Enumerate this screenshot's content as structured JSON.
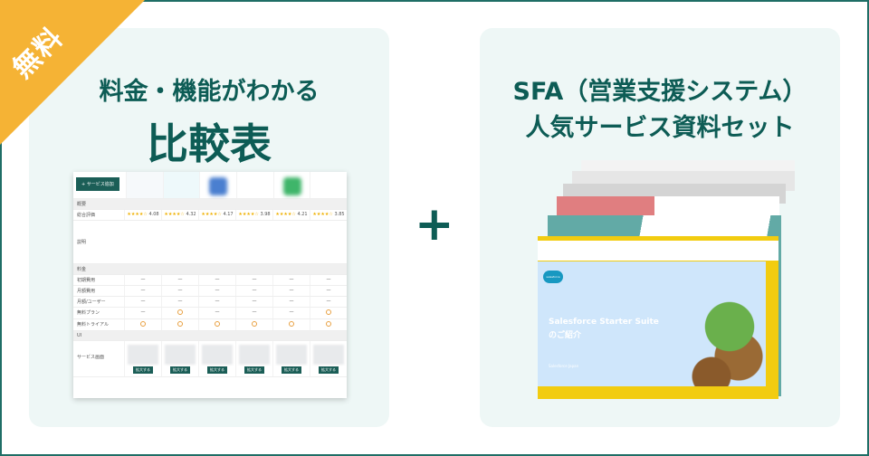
{
  "badge": "無料",
  "left": {
    "line1": "料金・機能がわかる",
    "line2": "比較表"
  },
  "right": {
    "line1": "SFA（営業支援システム）",
    "line2": "人気サービス資料セット"
  },
  "table": {
    "add_button": "+ サービス追加",
    "sections": {
      "overview": "概要",
      "pricing": "料金",
      "ui": "UI"
    },
    "rows": {
      "rating": "総合評価",
      "description": "説明",
      "initial": "初期費用",
      "monthly": "月額費用",
      "per_user": "月額/ユーザー",
      "free_plan": "無料プラン",
      "free_trial": "無料トライアル",
      "screen": "サービス画面"
    },
    "ratings": [
      "4.08",
      "4.32",
      "4.17",
      "3.98",
      "4.21",
      "3.85"
    ],
    "free_plan": [
      false,
      true,
      false,
      false,
      false,
      true
    ],
    "free_trial": [
      true,
      true,
      true,
      true,
      true,
      true
    ],
    "dash": "—",
    "stars": "★★★★☆",
    "zoom_label": "拡大する"
  },
  "cover": {
    "title": "Salesforce Starter Suite",
    "subtitle": "のご紹介",
    "footer": "Salesforce Japan",
    "logo": "salesforce"
  },
  "colors": {
    "accent": "#0d5c55",
    "badge": "#f5b335",
    "panel": "#eef7f6"
  }
}
